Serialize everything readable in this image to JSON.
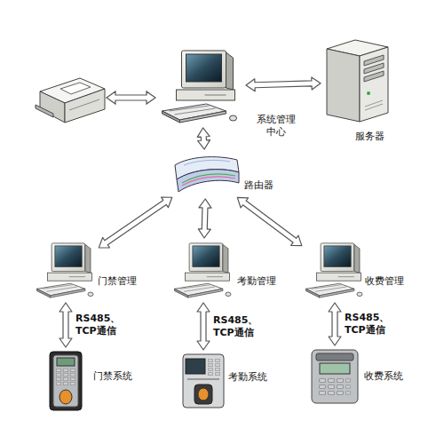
{
  "diagram": {
    "nodes": [
      {
        "text": [
          "系统管理 中心"
        ]
      },
      {
        "text": [
          "服务器"
        ]
      },
      {
        "text": [
          "路由器"
        ]
      },
      {
        "text": [
          "门禁管理"
        ]
      },
      {
        "text": [
          "考勤管理"
        ]
      },
      {
        "text": [
          "收费管理"
        ]
      },
      {
        "text": [
          "门禁系统"
        ]
      },
      {
        "text": [
          "考勤系统"
        ]
      },
      {
        "text": [
          "收费系统"
        ]
      }
    ],
    "edges": [
      {
        "from": 0,
        "to": 1,
        "arrow": "both"
      },
      {
        "from": 0,
        "to": 2,
        "arrow": "both"
      },
      {
        "from": 2,
        "to": 3,
        "arrow": "both"
      },
      {
        "from": 2,
        "to": 4,
        "arrow": "both"
      },
      {
        "from": 2,
        "to": 5,
        "arrow": "both"
      },
      {
        "from": 3,
        "to": 6,
        "arrow": "both",
        "label": "RS485、 TCP通信"
      },
      {
        "from": 4,
        "to": 7,
        "arrow": "both",
        "label": "RS485、 TCP通信"
      },
      {
        "from": 5,
        "to": 8,
        "arrow": "both",
        "label": "RS485、 TCP通信"
      }
    ]
  }
}
